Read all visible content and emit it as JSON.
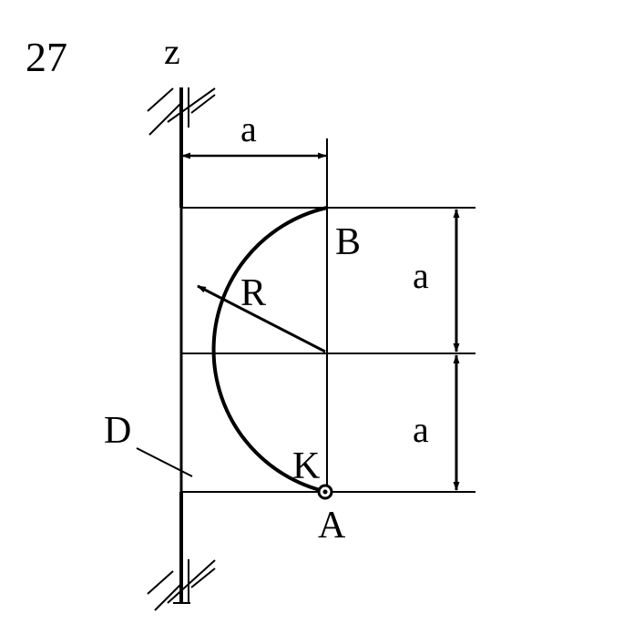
{
  "problem_number": "27",
  "labels": {
    "axis": "z",
    "dim_top": "a",
    "dim_right_upper": "a",
    "dim_right_lower": "a",
    "radius": "R",
    "point_b": "B",
    "point_a": "A",
    "point_k": "K",
    "point_d": "D"
  }
}
